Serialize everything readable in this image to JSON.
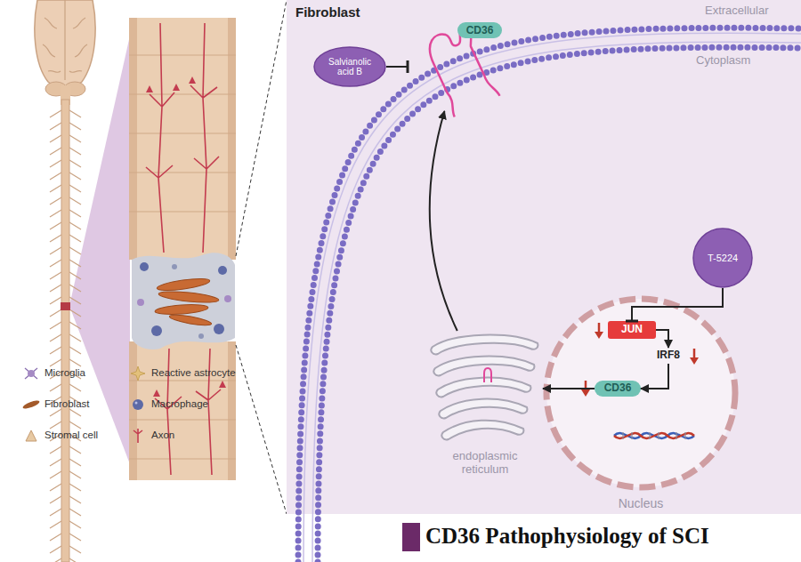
{
  "diagram": {
    "title": "CD36 Pathophysiology of SCI",
    "nodes": [
      {
        "text": [
          "Fibroblast"
        ]
      },
      {
        "text": [
          "Salvianolic acid B"
        ],
        "in": 0
      },
      {
        "text": [
          "CD36"
        ],
        "in": 0
      },
      {
        "text": [
          "T-5224"
        ],
        "in": 0
      },
      {
        "text": [
          "Nucleus"
        ],
        "in": 0
      },
      {
        "text": [
          "JUN"
        ],
        "in": 4
      },
      {
        "text": [
          "IRF8"
        ],
        "in": 4
      },
      {
        "text": [
          "CD36"
        ],
        "in": 4
      },
      {
        "text": [
          "endoplasmic reticulum"
        ],
        "in": 0
      }
    ],
    "edges": [
      {
        "from": 1,
        "to": 2,
        "arrow": "to"
      },
      {
        "from": 3,
        "to": 5,
        "arrow": "to"
      },
      {
        "from": 5,
        "to": 6,
        "arrow": "to"
      },
      {
        "from": 6,
        "to": 7,
        "arrow": "to"
      },
      {
        "from": 7,
        "to": 8,
        "arrow": "to"
      },
      {
        "from": 8,
        "to": 2,
        "arrow": "to"
      }
    ],
    "labels": [
      "Extracellular",
      "Cytoplasm"
    ],
    "legend": [
      {
        "text": "Microglia"
      },
      {
        "text": "Reactive astrocyte"
      },
      {
        "text": "Fibroblast"
      },
      {
        "text": "Macrophage"
      },
      {
        "text": "Stromal cell"
      },
      {
        "text": "Axon"
      }
    ]
  }
}
